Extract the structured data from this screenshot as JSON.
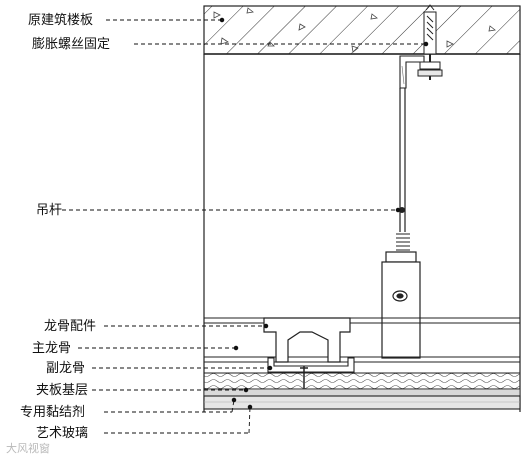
{
  "labels": {
    "floor_slab": "原建筑楼板",
    "expansion_bolt": "膨胀螺丝固定",
    "hanger_rod": "吊杆",
    "keel_fitting": "龙骨配件",
    "main_keel": "主龙骨",
    "secondary_keel": "副龙骨",
    "plywood_base": "夹板基层",
    "special_adhesive": "专用黏结剂",
    "art_glass": "艺术玻璃"
  },
  "watermark": "大风视窗",
  "colors": {
    "line": "#222222",
    "hatch": "#333333",
    "leader": "#111111",
    "background": "#ffffff"
  }
}
